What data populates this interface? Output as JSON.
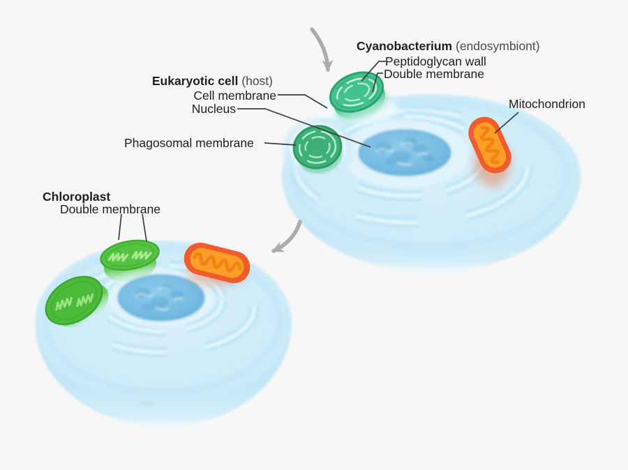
{
  "labels": {
    "cyanobacterium_bold": "Cyanobacterium",
    "cyanobacterium_rest": " (endosymbiont)",
    "peptidoglycan_wall": "Peptidoglycan wall",
    "double_membrane_top": "Double membrane",
    "eukaryotic_bold": "Eukaryotic cell",
    "eukaryotic_rest": " (host)",
    "cell_membrane": "Cell membrane",
    "nucleus": "Nucleus",
    "phagosomal_membrane": "Phagosomal membrane",
    "mitochondrion": "Mitochondrion",
    "chloroplast": "Chloroplast",
    "double_membrane_bottom": "Double membrane"
  },
  "colors": {
    "background": "#f7f7f7",
    "label_text": "#1f1f1f",
    "label_muted": "#4a4a4a",
    "leader_line": "#3c3c3c",
    "arrow": "#ababab",
    "cell_body": "#c9e9f8",
    "cell_face": "#d7effa",
    "er_membrane": "#bfe5f6",
    "nucleus_fill": "#74b9e1",
    "cyanobacterium_fill": "#43c28d",
    "cyanobacterium_border": "#28a56d",
    "cyanobacterium2_fill": "#3eb077",
    "chloroplast_fill": "#55c341",
    "chloroplast_border": "#45a933",
    "chloroplast2_fill": "#4cbb3b",
    "mitochondrion_outer": "#f15c2c",
    "mitochondrion_inner": "#ff9e27",
    "mitochondrion_cristae": "#ef8012"
  }
}
